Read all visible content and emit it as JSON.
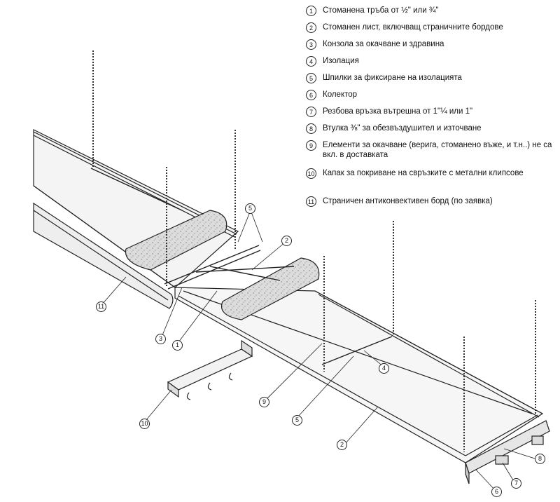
{
  "legend": {
    "items": [
      {
        "num": "1",
        "text": "Стоманена тръба от ½\" или ¾\""
      },
      {
        "num": "2",
        "text": "Стоманен лист, включващ страничните бордове"
      },
      {
        "num": "3",
        "text": "Конзола за окачване и здравина"
      },
      {
        "num": "4",
        "text": "Изолация"
      },
      {
        "num": "5",
        "text": "Шпилки за фиксиране на изолацията"
      },
      {
        "num": "6",
        "text": "Колектор"
      },
      {
        "num": "7",
        "text": "Резбова връзка вътрешна от 1\"¼ или 1\""
      },
      {
        "num": "8",
        "text": "Втулка ⅜\" за обезвъздушител и източване"
      },
      {
        "num": "9",
        "text": "Елементи за окачване (верига, стоманено въже, и т.н..) не са вкл. в доставката"
      },
      {
        "num": "10",
        "text": "Капак за покриване на свръзките с метални клипсове"
      },
      {
        "num": "11",
        "text": "Страничен антиконвективен борд (по заявка)"
      }
    ]
  },
  "callouts": [
    "11",
    "3",
    "1",
    "5",
    "2",
    "4",
    "9",
    "5",
    "2",
    "10",
    "8",
    "7",
    "6"
  ],
  "colors": {
    "line": "#222222",
    "insulation": "#d9d9d9",
    "panel": "#f4f4f4"
  }
}
